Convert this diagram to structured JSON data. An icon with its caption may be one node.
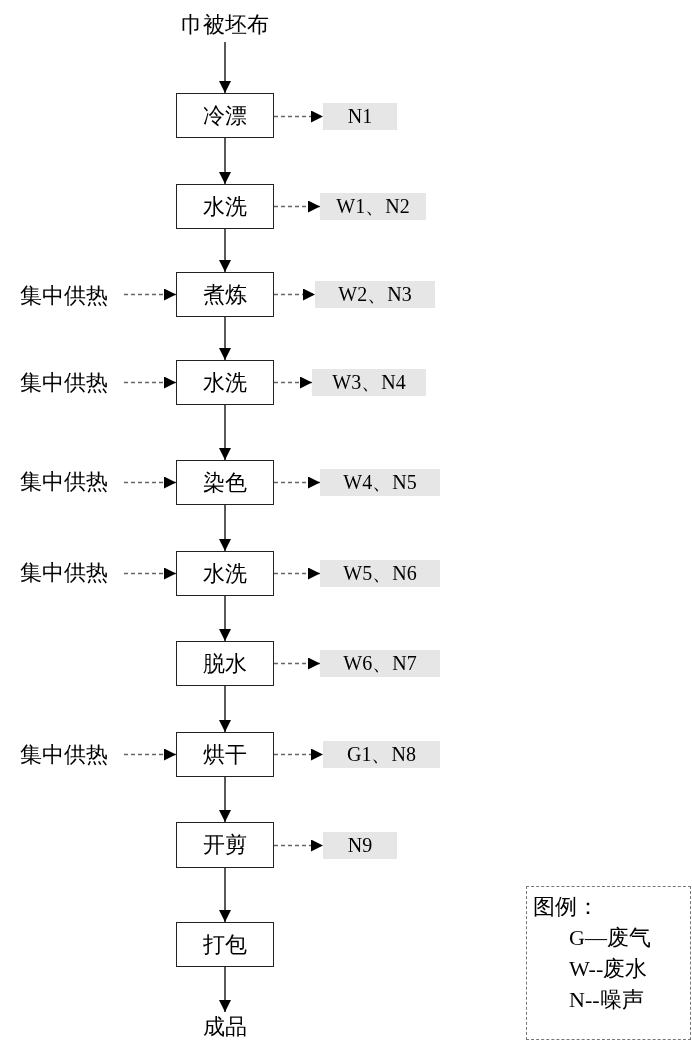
{
  "diagram": {
    "nodes": [
      {
        "text": [
          "巾被坯布"
        ]
      },
      {
        "text": [
          "冷漂"
        ]
      },
      {
        "text": [
          "N1"
        ]
      },
      {
        "text": [
          "水洗"
        ]
      },
      {
        "text": [
          "W1、N2"
        ]
      },
      {
        "text": [
          "集中供热"
        ]
      },
      {
        "text": [
          "煮炼"
        ]
      },
      {
        "text": [
          "W2、N3"
        ]
      },
      {
        "text": [
          "集中供热"
        ]
      },
      {
        "text": [
          "水洗"
        ]
      },
      {
        "text": [
          "W3、N4"
        ]
      },
      {
        "text": [
          "集中供热"
        ]
      },
      {
        "text": [
          "染色"
        ]
      },
      {
        "text": [
          "W4、N5"
        ]
      },
      {
        "text": [
          "集中供热"
        ]
      },
      {
        "text": [
          "水洗"
        ]
      },
      {
        "text": [
          "W5、N6"
        ]
      },
      {
        "text": [
          "脱水"
        ]
      },
      {
        "text": [
          "W6、N7"
        ]
      },
      {
        "text": [
          "集中供热"
        ]
      },
      {
        "text": [
          "烘干"
        ]
      },
      {
        "text": [
          "G1、N8"
        ]
      },
      {
        "text": [
          "开剪"
        ]
      },
      {
        "text": [
          "N9"
        ]
      },
      {
        "text": [
          "打包"
        ]
      },
      {
        "text": [
          "成品"
        ]
      },
      {
        "text": [
          "图例：",
          "G—废气",
          "W--废水",
          "N--噪声"
        ]
      }
    ],
    "edges": [
      {
        "from": 0,
        "to": 1,
        "arrow": "to",
        "color": "#000000"
      },
      {
        "from": 1,
        "to": 2,
        "arrow": "to",
        "style": "dashed",
        "color": "#666666"
      },
      {
        "from": 1,
        "to": 3,
        "arrow": "to",
        "color": "#000000"
      },
      {
        "from": 3,
        "to": 4,
        "arrow": "to",
        "style": "dashed",
        "color": "#666666"
      },
      {
        "from": 3,
        "to": 6,
        "arrow": "to",
        "color": "#000000"
      },
      {
        "from": 5,
        "to": 6,
        "arrow": "to",
        "style": "dashed",
        "color": "#666666"
      },
      {
        "from": 6,
        "to": 7,
        "arrow": "to",
        "style": "dashed",
        "color": "#666666"
      },
      {
        "from": 6,
        "to": 9,
        "arrow": "to",
        "color": "#000000"
      },
      {
        "from": 8,
        "to": 9,
        "arrow": "to",
        "style": "dashed",
        "color": "#666666"
      },
      {
        "from": 9,
        "to": 10,
        "arrow": "to",
        "style": "dashed",
        "color": "#666666"
      },
      {
        "from": 9,
        "to": 12,
        "arrow": "to",
        "color": "#000000"
      },
      {
        "from": 11,
        "to": 12,
        "arrow": "to",
        "style": "dashed",
        "color": "#666666"
      },
      {
        "from": 12,
        "to": 13,
        "arrow": "to",
        "style": "dashed",
        "color": "#666666"
      },
      {
        "from": 12,
        "to": 15,
        "arrow": "to",
        "color": "#000000"
      },
      {
        "from": 14,
        "to": 15,
        "arrow": "to",
        "style": "dashed",
        "color": "#666666"
      },
      {
        "from": 15,
        "to": 16,
        "arrow": "to",
        "style": "dashed",
        "color": "#666666"
      },
      {
        "from": 15,
        "to": 17,
        "arrow": "to",
        "color": "#000000"
      },
      {
        "from": 17,
        "to": 18,
        "arrow": "to",
        "style": "dashed",
        "color": "#666666"
      },
      {
        "from": 17,
        "to": 20,
        "arrow": "to",
        "color": "#000000"
      },
      {
        "from": 19,
        "to": 20,
        "arrow": "to",
        "style": "dashed",
        "color": "#666666"
      },
      {
        "from": 20,
        "to": 21,
        "arrow": "to",
        "style": "dashed",
        "color": "#666666"
      },
      {
        "from": 20,
        "to": 22,
        "arrow": "to",
        "color": "#000000"
      },
      {
        "from": 22,
        "to": 23,
        "arrow": "to",
        "style": "dashed",
        "color": "#666666"
      },
      {
        "from": 22,
        "to": 24,
        "arrow": "to",
        "color": "#000000"
      },
      {
        "from": 24,
        "to": 25,
        "arrow": "to",
        "color": "#000000"
      }
    ]
  }
}
